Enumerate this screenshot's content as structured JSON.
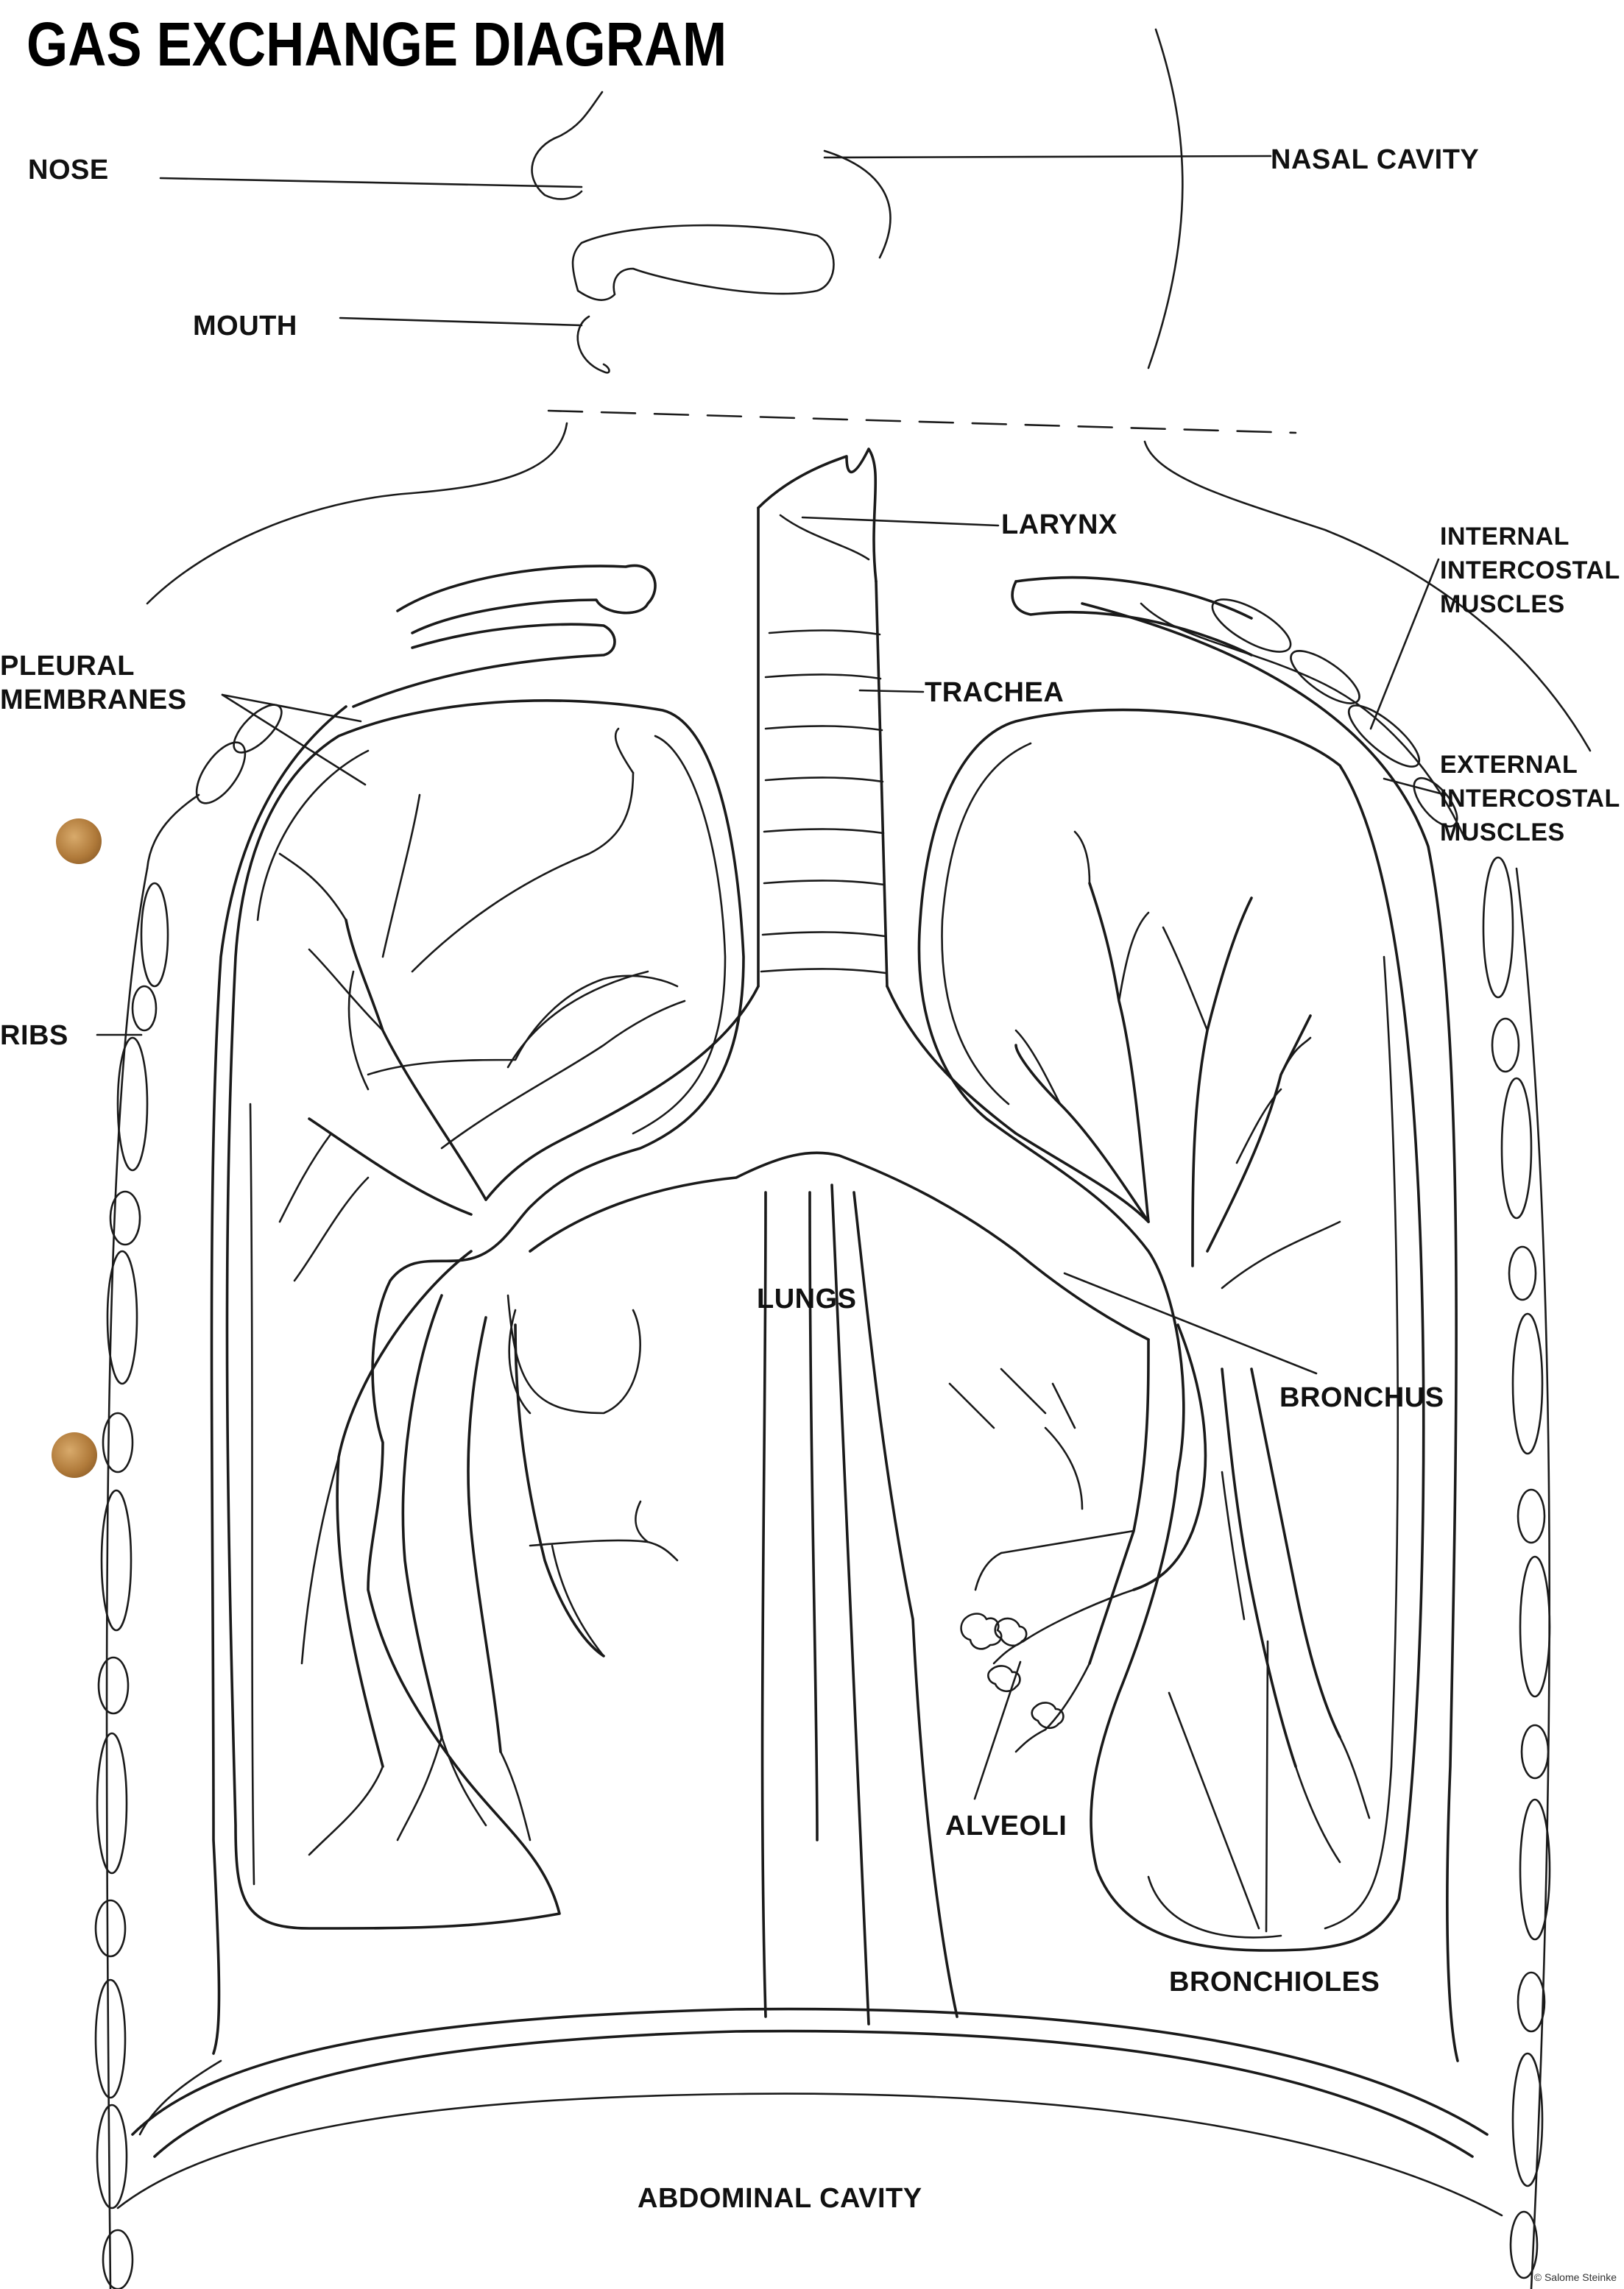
{
  "title": "GAS EXCHANGE DIAGRAM",
  "labels": {
    "nose": "NOSE",
    "nasal_cavity": "NASAL CAVITY",
    "mouth": "MOUTH",
    "larynx": "LARYNX",
    "internal_intercostal": "INTERNAL\nINTERCOSTAL\nMUSCLES",
    "pleural_membranes": "PLEURAL\nMEMBRANES",
    "trachea": "TRACHEA",
    "external_intercostal": "EXTERNAL\nINTERCOSTAL\nMUSCLES",
    "ribs": "RIBS",
    "lungs": "LUNGS",
    "bronchus": "BRONCHUS",
    "alveoli": "ALVEOLI",
    "bronchioles": "BRONCHIOLES",
    "abdominal_cavity": "ABDOMINAL CAVITY"
  },
  "credit": "© Salome Steinke",
  "colors": {
    "ink": "#1a1a1a",
    "paper": "#ffffff",
    "punch_hole": "#b07a3a"
  }
}
